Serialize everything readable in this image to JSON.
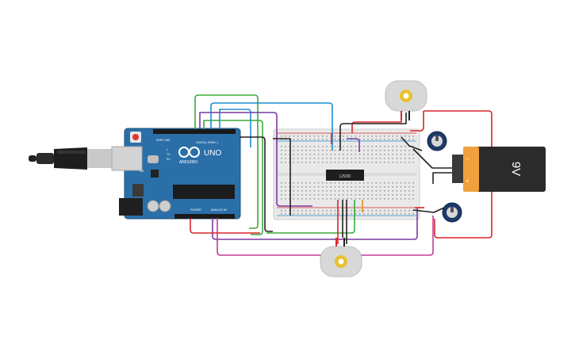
{
  "arduino": {
    "brand": "ARDUINO",
    "model": "UNO",
    "digital_label": "DIGITAL (PWM~)",
    "power_label": "POWER",
    "analog_label": "ANALOG IN",
    "pin_tx": "TX",
    "pin_rx": "RX",
    "pin_l": "L",
    "pin_on": "ON",
    "aref": "AREF",
    "gnd": "GND"
  },
  "ic": {
    "label": "L293D"
  },
  "battery": {
    "label": "9V",
    "plus": "+",
    "minus": "−"
  },
  "colors": {
    "board": "#2a6fa8",
    "breadboard": "#e9e9e9",
    "wire_red": "#d9272e",
    "wire_black": "#222222",
    "wire_green": "#3caa3c",
    "wire_blue": "#1e8ed3",
    "wire_purple": "#7a3aa0",
    "wire_magenta": "#c23c9e",
    "wire_orange": "#e08a1a",
    "battery_orange": "#f0a03c",
    "battery_dark": "#2b2b2b",
    "motor_body": "#d8d8d8",
    "motor_shaft": "#e8c030"
  },
  "components": [
    "usb-cable",
    "arduino-uno",
    "breadboard",
    "l293d-driver",
    "dc-motor-top",
    "dc-motor-bottom",
    "potentiometer-top",
    "potentiometer-bottom",
    "battery-9v"
  ]
}
